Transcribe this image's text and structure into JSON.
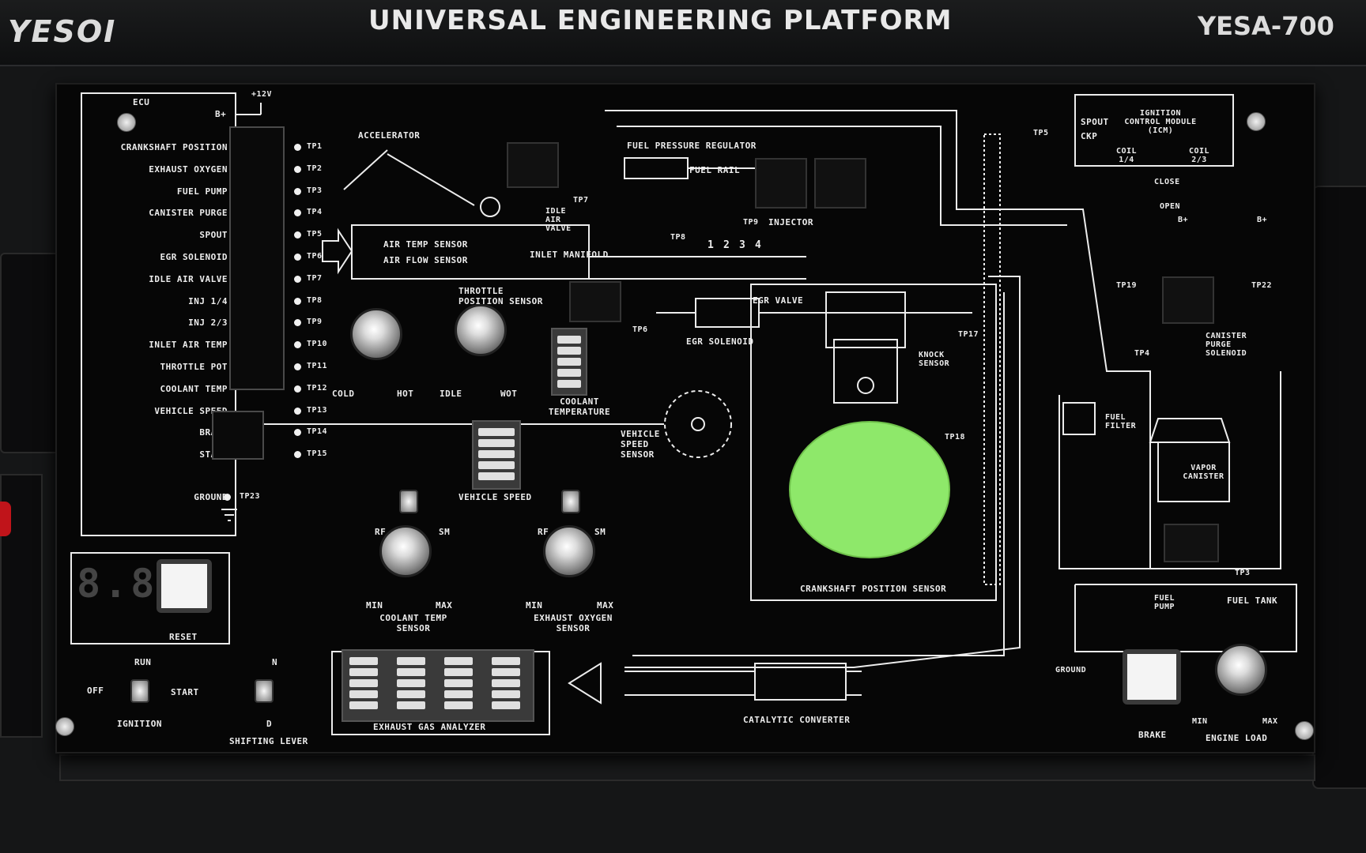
{
  "header": {
    "brand": "YESOI",
    "title": "UNIVERSAL ENGINEERING PLATFORM",
    "model": "YESA-700"
  },
  "ecu": {
    "title": "ECU",
    "bplus": "B+",
    "v12": "+12V",
    "rows": [
      {
        "label": "CRANKSHAFT POSITION",
        "tp": "TP1"
      },
      {
        "label": "EXHAUST OXYGEN",
        "tp": "TP2"
      },
      {
        "label": "FUEL PUMP",
        "tp": "TP3"
      },
      {
        "label": "CANISTER PURGE",
        "tp": "TP4"
      },
      {
        "label": "SPOUT",
        "tp": "TP5"
      },
      {
        "label": "EGR SOLENOID",
        "tp": "TP6"
      },
      {
        "label": "IDLE AIR VALVE",
        "tp": "TP7"
      },
      {
        "label": "INJ 1/4",
        "tp": "TP8"
      },
      {
        "label": "INJ 2/3",
        "tp": "TP9"
      },
      {
        "label": "INLET AIR TEMP",
        "tp": "TP10"
      },
      {
        "label": "THROTTLE POT",
        "tp": "TP11"
      },
      {
        "label": "COOLANT TEMP",
        "tp": "TP12"
      },
      {
        "label": "VEHICLE SPEED",
        "tp": "TP13"
      },
      {
        "label": "BRAKE",
        "tp": "TP14"
      },
      {
        "label": "START",
        "tp": "TP15"
      },
      {
        "label": "GROUND",
        "tp": "TP23"
      }
    ]
  },
  "diagram": {
    "accelerator": "ACCELERATOR",
    "air_temp_sensor": "AIR TEMP SENSOR",
    "air_flow_sensor": "AIR FLOW SENSOR",
    "idle_air_valve": "IDLE AIR VALVE",
    "tp7": "TP7",
    "inlet_manifold": "INLET MANIFOLD",
    "throttle_position_sensor": "THROTTLE POSITION SENSOR",
    "cold": "COLD",
    "hot": "HOT",
    "idle": "IDLE",
    "wot": "WOT",
    "coolant_temperature": "COOLANT TEMPERATURE",
    "tp6": "TP6",
    "egr_solenoid": "EGR SOLENOID",
    "egr_valve": "EGR VALVE",
    "fuel_pressure_regulator": "FUEL PRESSURE REGULATOR",
    "fuel_rail": "FUEL RAIL",
    "tp9": "TP9",
    "injector": "INJECTOR",
    "tp8": "TP8",
    "injector_numbers": [
      "1",
      "2",
      "3",
      "4"
    ],
    "knock_sensor": "KNOCK SENSOR",
    "tp17": "TP17",
    "tp18": "TP18",
    "vehicle_speed_sensor": "VEHICLE SPEED SENSOR",
    "vehicle_speed": "VEHICLE SPEED",
    "crankshaft_position_sensor": "CRANKSHAFT POSITION SENSOR",
    "rf": "RF",
    "sm": "SM",
    "min": "MIN",
    "max": "MAX",
    "coolant_temp_sensor": "COOLANT TEMP SENSOR",
    "exhaust_oxygen_sensor": "EXHAUST OXYGEN SENSOR",
    "exhaust_gas_analyzer": "EXHAUST GAS ANALYZER",
    "catalytic_converter": "CATALYTIC CONVERTER",
    "icm_title": "IGNITION CONTROL MODULE (ICM)",
    "spout": "SPOUT",
    "ckp": "CKP",
    "tp5": "TP5",
    "coil14": "COIL 1/4",
    "coil23": "COIL 2/3",
    "close": "CLOSE",
    "open": "OPEN",
    "bplus": "B+",
    "tp19": "TP19",
    "tp22": "TP22",
    "tp4": "TP4",
    "canister_purge_solenoid": "CANISTER PURGE SOLENOID",
    "fuel_filter": "FUEL FILTER",
    "vapor_canister": "VAPOR CANISTER",
    "tp3": "TP3",
    "fuel_pump": "FUEL PUMP",
    "fuel_tank": "FUEL TANK",
    "ground": "GROUND",
    "brake": "BRAKE",
    "engine_load": "ENGINE LOAD"
  },
  "controls": {
    "display_value": "8.8.",
    "reset": "RESET",
    "ignition": "IGNITION",
    "off": "OFF",
    "run": "RUN",
    "start": "START",
    "shifting_lever": "SHIFTING LEVER",
    "n": "N",
    "d": "D"
  },
  "colors": {
    "panel": "#060606",
    "trace": "#ececec",
    "disc": "#8ee86a"
  }
}
